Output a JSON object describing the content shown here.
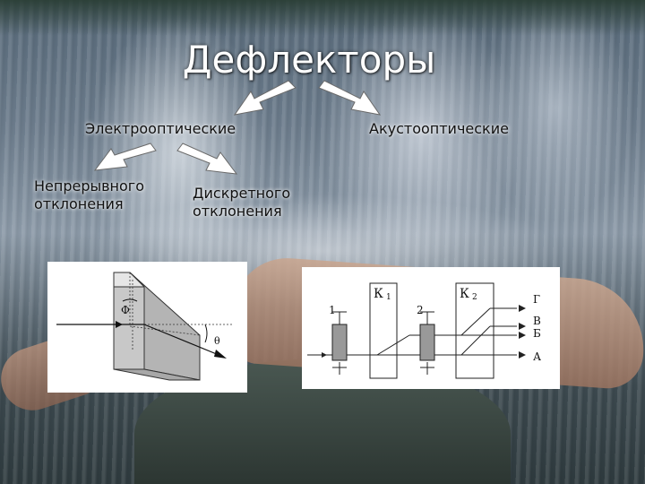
{
  "title": "Дефлекторы",
  "branches": {
    "electro": "Электрооптические",
    "acousto": "Акустооптические",
    "continuous": [
      "Непрерывного",
      "отклонения"
    ],
    "discrete": [
      "Дискретного",
      "отклонения"
    ]
  },
  "prism_diagram": {
    "phi": "Φ",
    "theta": "θ"
  },
  "crystal_diagram": {
    "k1": "К",
    "k1_sub": "1",
    "k2": "К",
    "k2_sub": "2",
    "e1": "1",
    "e2": "2",
    "out_g": "Г",
    "out_v": "В",
    "out_b": "Б",
    "out_a": "А"
  }
}
